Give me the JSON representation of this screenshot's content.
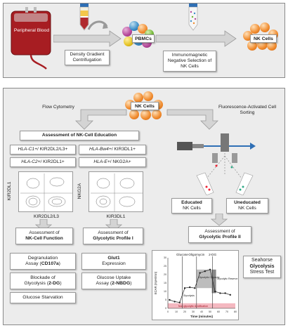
{
  "top": {
    "blood_bag_label": "Peripheral Blood",
    "step1": "Density Gradient Centrifugation",
    "pbmc_label": "PBMCs",
    "step2": "Immunomagnetic Negative Selection of NK Cells",
    "nk_label": "NK Cells"
  },
  "bottom": {
    "nk_center": "NK Cells",
    "flow": "Flow Cytometry",
    "facs": "Fluorescence-Activated Cell Sorting",
    "assessment_education": "Assessment of NK-Cell Education",
    "hla": {
      "r1c1_it": "HLA-C1+",
      "r1c1_rest": " / KIR2DL2/L3+",
      "r1c2_it": "HLA-Bw4+",
      "r1c2_rest": " / KIR3DL1+",
      "r2c1_it": "HLA-C2+",
      "r2c1_rest": " / KIR2DL1+",
      "r2c2_it": "HLA-E+",
      "r2c2_rest": " / NKG2A+"
    },
    "plot1": {
      "ylabel": "KIR2DL1",
      "xlabel": "KIR2DL2/L3"
    },
    "plot2": {
      "ylabel": "NKG2A",
      "xlabel": "KIR3DL1"
    },
    "function_title_a": "Assessment of",
    "function_title_b": "NK-Cell Function",
    "glycolytic1_title_a": "Assessment of",
    "glycolytic1_title_b": "Glycolytic Profile I",
    "degran_a": "Degranulation",
    "degran_b": "Assay (",
    "degran_bold": "CD107a",
    "degran_c": ")",
    "blockade_a": "Blockade of",
    "blockade_b": "Glycolysis (",
    "blockade_bold": "2-DG",
    "blockade_c": ")",
    "starvation": "Glucose Starvation",
    "glut1_bold": "Glut1",
    "glut1_b": "Expression",
    "uptake_a": "Glucose Uptake",
    "uptake_b": "Assay (",
    "uptake_bold": "2-NBDG",
    "uptake_c": ")",
    "educated_a": "Educated",
    "educated_b": "NK Cells",
    "uneducated_a": "Uneducated",
    "uneducated_b": "NK Cells",
    "glycolytic2_title_a": "Assessment of",
    "glycolytic2_title_b": "Glycolytic Profile II",
    "seahorse_a": "Seahorse",
    "seahorse_b": "Glycolysis",
    "seahorse_c": "Stress Test"
  },
  "chart_data": {
    "type": "line",
    "xlabel": "Time (minutes)",
    "ylabel": "ECAR (mpH/min)",
    "x_ticks": [
      0,
      10,
      20,
      30,
      40,
      50,
      60,
      70,
      80
    ],
    "y_ticks": [
      0,
      5,
      10,
      15,
      20,
      25,
      30
    ],
    "xlim": [
      0,
      80
    ],
    "ylim": [
      0,
      30
    ],
    "injections": [
      {
        "label": "Glucose",
        "x": 17
      },
      {
        "label": "Oligomycin",
        "x": 34
      },
      {
        "label": "2-DG",
        "x": 53
      }
    ],
    "series": [
      {
        "x": [
          2,
          8,
          14,
          20,
          26,
          32,
          38,
          44,
          50,
          56,
          62,
          68,
          74
        ],
        "values": [
          5,
          4,
          3.5,
          12,
          12.5,
          12,
          21,
          22,
          23,
          10,
          9,
          9,
          8
        ]
      }
    ],
    "annotations": [
      "Glycolysis",
      "Glycolytic Capacity",
      "Glycolytic Reserve",
      "Non glycolytic Acidification"
    ]
  },
  "colors": {
    "panel_bg": "#ececec",
    "arrow": "#c8c8c8",
    "orange": "#f08a2c",
    "blood": "#9c1b1f"
  }
}
